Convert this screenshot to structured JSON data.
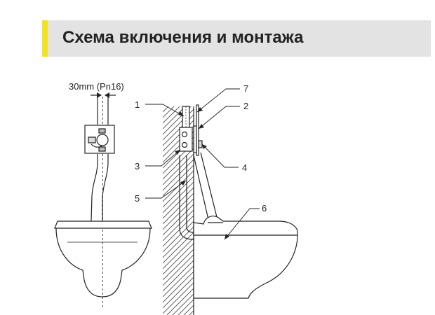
{
  "header": {
    "title": "Схема включения и монтажа",
    "accent_color": "#f2e12a",
    "background_color": "#e3e3e3"
  },
  "diagram": {
    "pipe_spec_label": "30mm (Pn16)",
    "callouts": [
      "1",
      "2",
      "3",
      "4",
      "5",
      "6",
      "7"
    ]
  }
}
